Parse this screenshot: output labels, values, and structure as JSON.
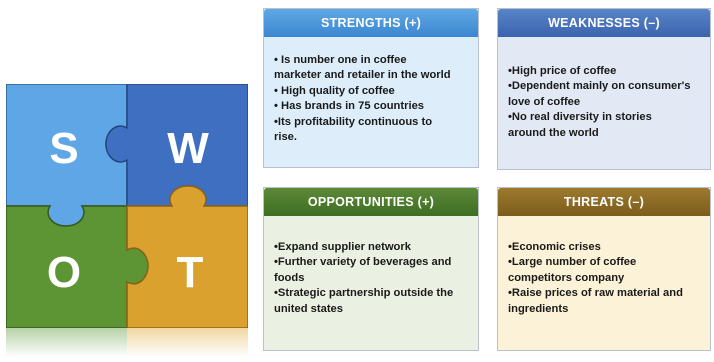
{
  "swot_letters": {
    "s": "S",
    "w": "W",
    "o": "O",
    "t": "T"
  },
  "colors": {
    "strengths": "#4a98dc",
    "weaknesses": "#4a72bb",
    "opportunities": "#4f7d2f",
    "threats": "#8f6d25",
    "piece_s": "#5fa6e6",
    "piece_w": "#3f6fc0",
    "piece_o": "#5d9434",
    "piece_t": "#dba12e"
  },
  "cards": {
    "strengths": {
      "title": "STRENGTHS (+)",
      "lines": [
        "• Is number one in coffee",
        "marketer and retailer in the world",
        "• High quality of coffee",
        "• Has brands in 75 countries",
        "•Its profitability continuous to",
        "rise."
      ]
    },
    "weaknesses": {
      "title": "WEAKNESSES (–)",
      "lines": [
        "•High price of coffee",
        "•Dependent mainly on consumer's",
        "love of coffee",
        "•No real diversity in stories",
        "around the world"
      ]
    },
    "opportunities": {
      "title": "OPPORTUNITIES (+)",
      "lines": [
        "•Expand supplier network",
        "•Further variety of beverages and",
        "foods",
        "•Strategic partnership outside the",
        "united states"
      ]
    },
    "threats": {
      "title": "THREATS (–)",
      "lines": [
        "•Economic crises",
        "•Large number of coffee",
        "competitors company",
        "•Raise prices of raw material and",
        "ingredients"
      ]
    }
  }
}
